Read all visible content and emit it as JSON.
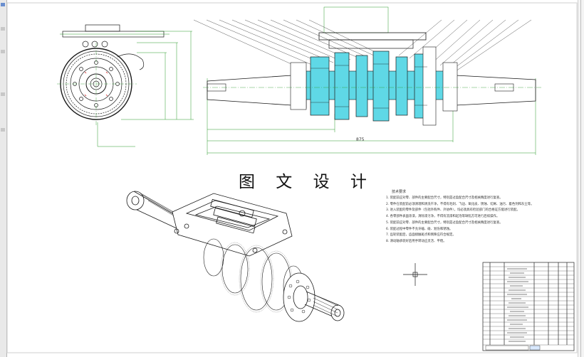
{
  "drawing": {
    "title": "图 文 设 计",
    "overall_dimension_label": "875"
  },
  "tech_notes": {
    "title": "技术要求",
    "items": [
      "1. 装配前应对零、部件的主要配合尺寸，特别是过盈配合尺寸及相关精度进行复查。",
      "2. 零件在装配前必须清理和清洗干净，不得有毛刺、飞边、氧化皮、锈蚀、切屑、油污、着色剂和灰尘等。",
      "3. 进入装配的零件及部件（包括外购件、外协件），均必须具有检验部门的合格证方能进行装配。",
      "4. 各零部件表面涂漆，清除漆污净，不得有流漆和起泡等缺陷方可进行后续操作。",
      "5. 装配前应对零、部件的主要配合尺寸，特别是过盈配合尺寸及相关精度进行复查。",
      "6. 装配过程中零件不允许磕、碰、划伤和锈蚀。",
      "7. 齿轮装配后，齿面接触斑点和侧隙应符合规定。",
      "8. 滑动轴承装好后用手转动应灵活、平稳。"
    ]
  },
  "colors": {
    "line": "#1a1a1a",
    "section_fill": "#5fd8e6",
    "dimension": "#2a9a2a",
    "title_block_border": "#222222"
  }
}
